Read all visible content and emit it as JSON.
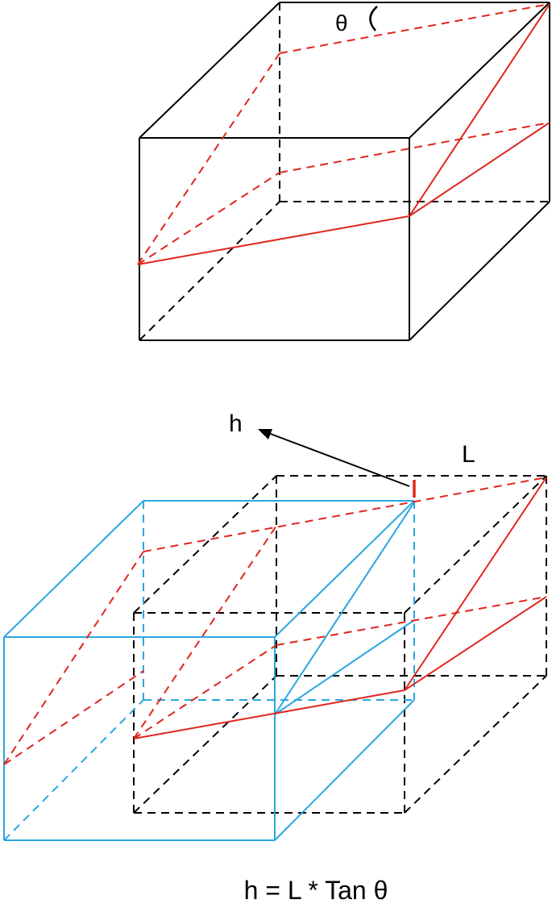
{
  "labels": {
    "theta": "θ",
    "h": "h",
    "L": "L",
    "formula": "h = L * Tan θ"
  },
  "colors": {
    "box_edge": "#000000",
    "shifted_box_edge": "#29a7e1",
    "plane": "#e0261f",
    "arrow": "#000000",
    "background": "#ffffff"
  }
}
